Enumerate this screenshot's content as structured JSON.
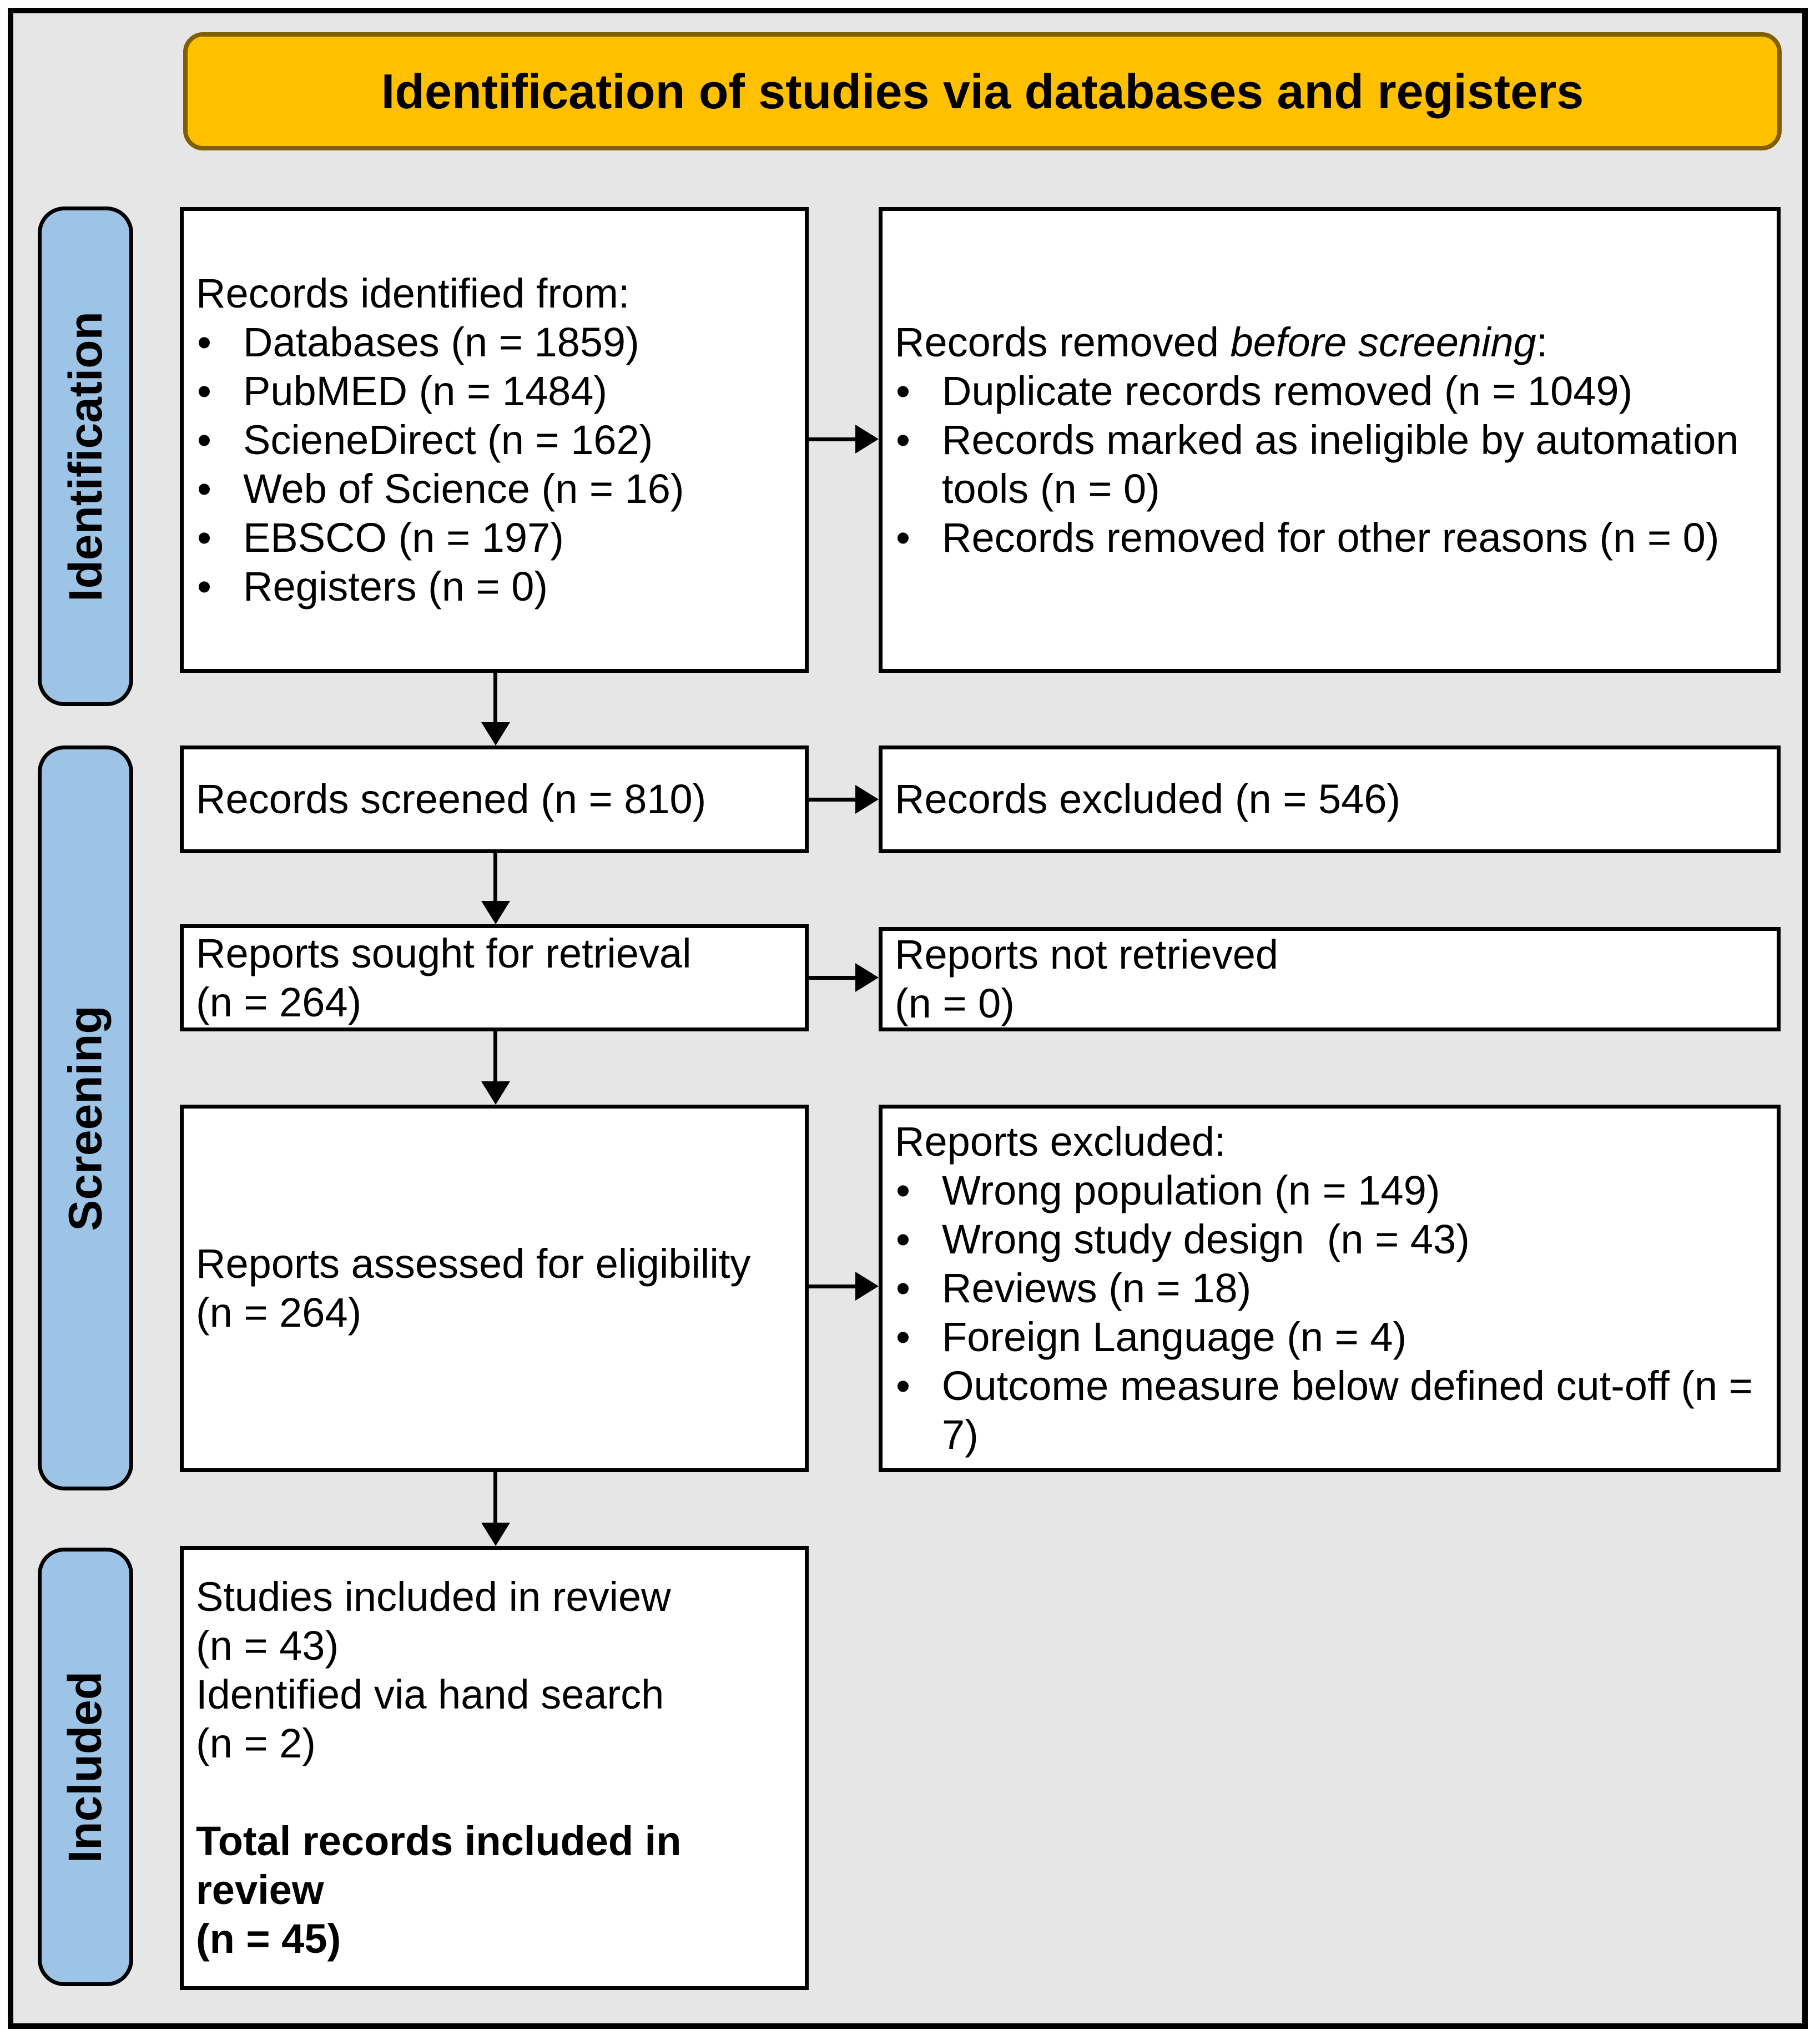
{
  "title": "Identification of studies via databases and registers",
  "stages": {
    "identification": "Identification",
    "screening": "Screening",
    "included": "Included"
  },
  "boxes": {
    "records_identified": {
      "heading": "Records identified from:",
      "items": [
        "Databases (n = 1859)",
        "PubMED (n = 1484)",
        "ScieneDirect (n = 162)",
        "Web of Science (n = 16)",
        "EBSCO (n = 197)",
        "Registers (n = 0)"
      ]
    },
    "records_removed": {
      "heading_prefix": "Records removed ",
      "heading_italic": "before screening",
      "heading_suffix": ":",
      "items": [
        "Duplicate records removed (n = 1049)",
        "Records marked as ineligible by automation tools (n = 0)",
        "Records removed for other reasons (n = 0)"
      ]
    },
    "records_screened": {
      "text": "Records screened (n = 810)"
    },
    "records_excluded": {
      "text": "Records excluded (n = 546)"
    },
    "reports_sought": {
      "lines": [
        "Reports sought for retrieval",
        "(n = 264)"
      ]
    },
    "reports_not_retrieved": {
      "lines": [
        "Reports not retrieved",
        "(n = 0)"
      ]
    },
    "reports_assessed": {
      "lines": [
        "Reports assessed for eligibility",
        "(n = 264)"
      ]
    },
    "reports_excluded": {
      "heading": "Reports excluded:",
      "items": [
        "Wrong population (n = 149)",
        "Wrong study design  (n = 43)",
        "Reviews (n = 18)",
        "Foreign Language (n = 4)",
        "Outcome measure below defined cut-off (n = 7)"
      ]
    },
    "studies_included": {
      "lines": [
        "Studies included in review",
        "(n = 43)",
        "Identified via hand search",
        "(n = 2)"
      ],
      "total_lines": [
        "Total records included in review",
        "(n = 45)"
      ]
    }
  },
  "colors": {
    "title_bg": "#FFC000",
    "title_border": "#7F6000",
    "stage_bg": "#9DC3E6",
    "box_bg": "#FFFFFF",
    "box_border": "#000000",
    "background": "#E7E6E6"
  }
}
